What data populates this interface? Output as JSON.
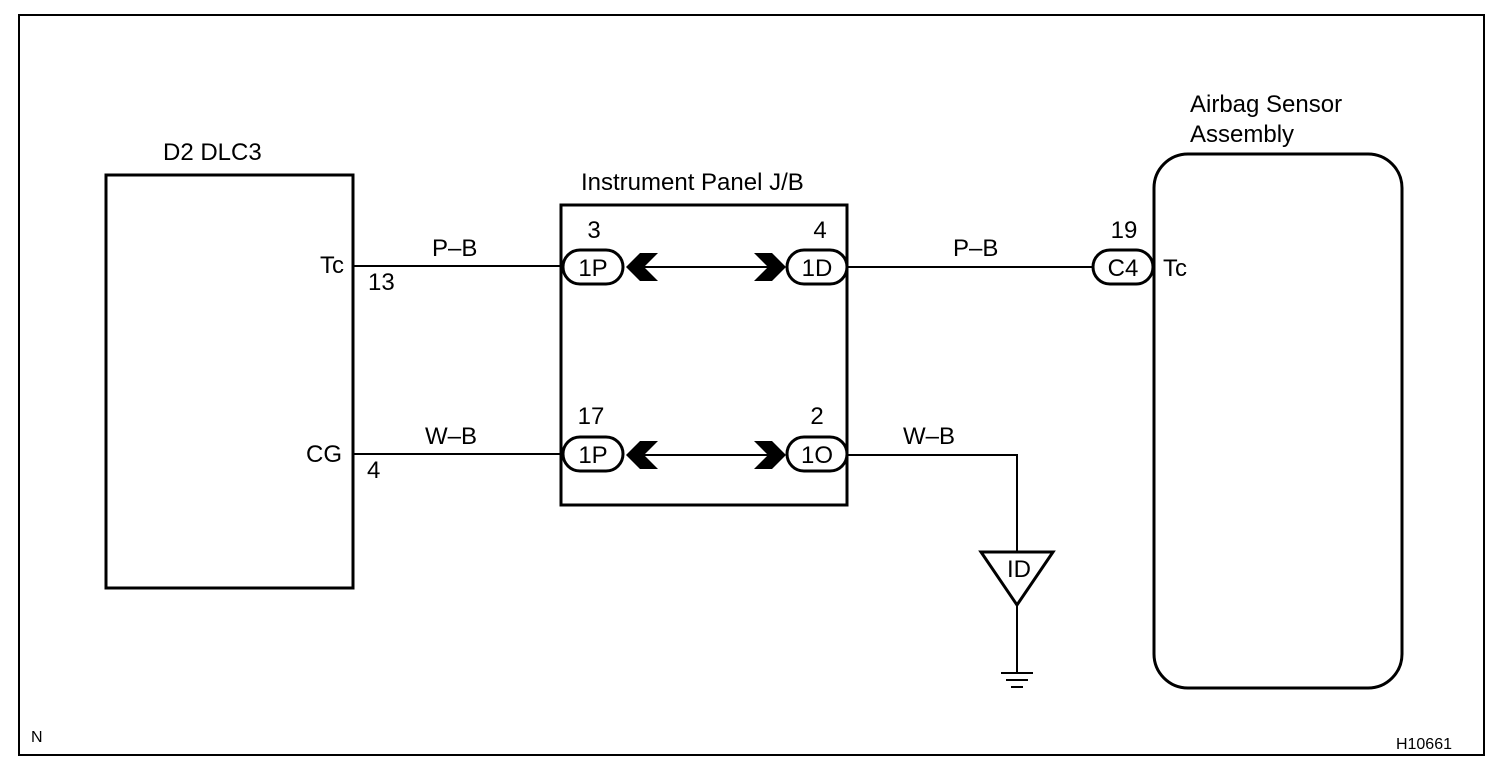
{
  "components": {
    "dlc3": {
      "label": "D2 DLC3",
      "terminals": [
        {
          "name": "Tc",
          "pin": "13"
        },
        {
          "name": "CG",
          "pin": "4"
        }
      ]
    },
    "junction_block": {
      "label": "Instrument Panel J/B"
    },
    "airbag_sensor": {
      "label_line1": "Airbag Sensor",
      "label_line2": "Assembly",
      "terminal": "Tc"
    }
  },
  "connectors": {
    "jb_top_left": {
      "code": "1P",
      "pin": "3"
    },
    "jb_top_right": {
      "code": "1D",
      "pin": "4"
    },
    "jb_bottom_left": {
      "code": "1P",
      "pin": "17"
    },
    "jb_bottom_right": {
      "code": "1O",
      "pin": "2"
    },
    "sensor": {
      "code": "C4",
      "pin": "19"
    }
  },
  "wires": {
    "tc_left": "P–B",
    "tc_right": "P–B",
    "cg_left": "W–B",
    "cg_right": "W–B"
  },
  "ground": {
    "label": "ID"
  },
  "corner": {
    "left": "N",
    "right": "H10661"
  }
}
